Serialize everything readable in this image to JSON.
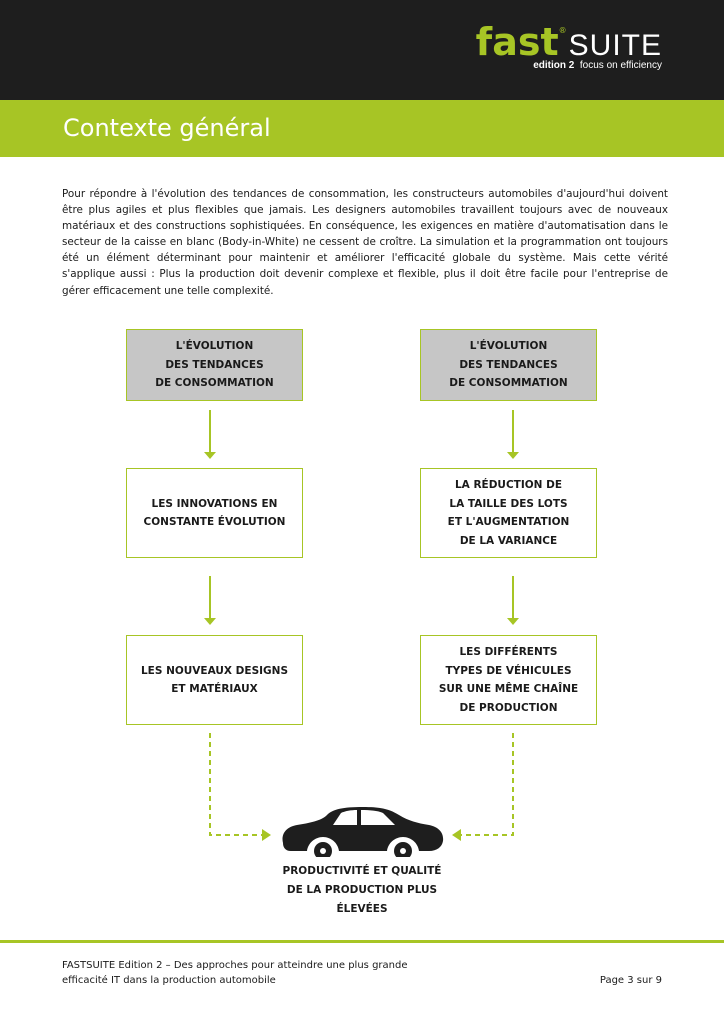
{
  "header": {
    "logo_fast": "fast",
    "logo_suite": "SUITE",
    "logo_edition": "edition 2",
    "logo_tagline": "focus on efficiency",
    "brand_color": "#a7c525",
    "bar_color": "#1e1e1e"
  },
  "page_title": "Contexte général",
  "intro": "Pour répondre à l'évolution des tendances de consommation, les constructeurs automobiles d'aujourd'hui doivent être plus agiles et plus flexibles que jamais. Les designers automobiles travaillent toujours avec de nouveaux matériaux et des constructions sophistiquées. En conséquence, les exigences en matière d'automatisation dans le secteur de la caisse en blanc (Body-in-White) ne cessent de croître. La simulation et la programmation ont toujours été un élément déterminant pour maintenir et améliorer l'efficacité globale du système. Mais cette vérité s'applique aussi : Plus la production doit devenir complexe et flexible, plus il doit être facile pour l'entreprise de gérer efficacement une telle complexité.",
  "diagram": {
    "left": {
      "top": "L'ÉVOLUTION\nDES TENDANCES\nDE CONSOMMATION",
      "middle": "LES INNOVATIONS EN\nCONSTANTE ÉVOLUTION",
      "bottom": "LES NOUVEAUX DESIGNS\nET MATÉRIAUX"
    },
    "right": {
      "top": "L'ÉVOLUTION\nDES TENDANCES\nDE CONSOMMATION",
      "middle": "LA RÉDUCTION DE\nLA TAILLE DES LOTS\nET L'AUGMENTATION\nDE LA VARIANCE",
      "bottom": "LES DIFFÉRENTS\nTYPES DE VÉHICULES\nSUR UNE MÊME CHAÎNE\nDE PRODUCTION"
    },
    "result": "PRODUCTIVITÉ ET QUALITÉ\nDE LA PRODUCTION PLUS\nÉLEVÉES",
    "car_icon": "car-icon"
  },
  "footer": {
    "text": "FASTSUITE Edition 2 – Des approches pour atteindre une plus grande\nefficacité IT dans la production automobile",
    "page": "Page 3 sur 9"
  }
}
